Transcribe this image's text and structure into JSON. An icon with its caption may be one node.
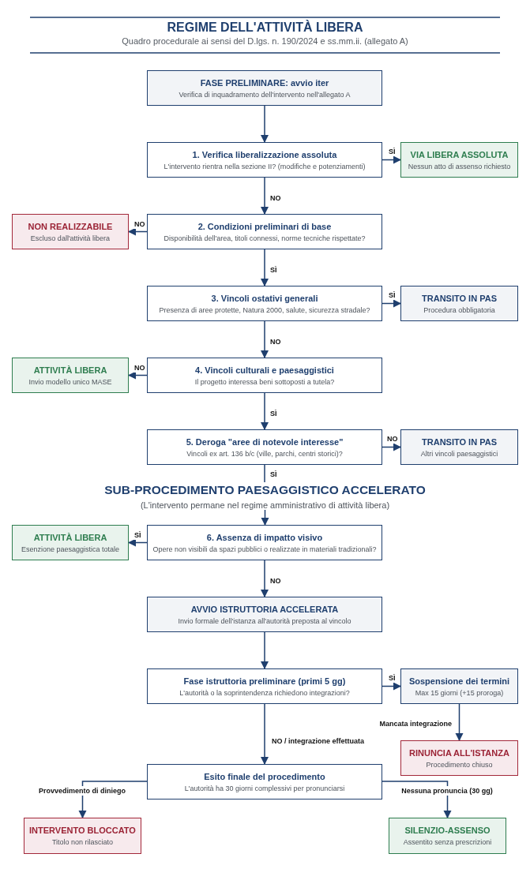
{
  "diagram": {
    "title": "REGIME DELL'ATTIVITÀ LIBERA",
    "caption": "Quadro procedurale ai sensi del D.lgs. n. 190/2024 e ss.mm.ii. (allegato A)",
    "nodes": [
      {
        "text": [
          "FASE PRELIMINARE: avvio iter",
          "Verifica di inquadramento dell'intervento nell'allegato A"
        ]
      },
      {
        "text": [
          "1. Verifica liberalizzazione assoluta",
          "L'intervento rientra nella sezione II? (modifiche e potenziamenti)"
        ]
      },
      {
        "text": [
          "VIA LIBERA ASSOLUTA",
          "Nessun atto di assenso richiesto"
        ]
      },
      {
        "text": [
          "2. Condizioni preliminari di base",
          "Disponibilità dell'area, titoli connessi, norme tecniche rispettate?"
        ]
      },
      {
        "text": [
          "NON REALIZZABILE",
          "Escluso dall'attività libera"
        ]
      },
      {
        "text": [
          "3. Vincoli ostativi generali",
          "Presenza di aree protette, Natura 2000, salute, sicurezza stradale?"
        ]
      },
      {
        "text": [
          "TRANSITO IN PAS",
          "Procedura obbligatoria"
        ]
      },
      {
        "text": [
          "4. Vincoli culturali e paesaggistici",
          "Il progetto interessa beni sottoposti a tutela?"
        ]
      },
      {
        "text": [
          "ATTIVITÀ LIBERA",
          "Invio modello unico MASE"
        ]
      },
      {
        "text": [
          "5. Deroga \"aree di notevole interesse\"",
          "Vincoli ex art. 136 b/c (ville, parchi, centri storici)?"
        ]
      },
      {
        "text": [
          "TRANSITO IN PAS",
          "Altri vincoli paesaggistici"
        ]
      },
      {
        "text": [
          "SUB-PROCEDIMENTO PAESAGGISTICO ACCELERATO",
          "(L'intervento permane nel regime amministrativo di attività libera)"
        ]
      },
      {
        "text": [
          "6. Assenza di impatto visivo",
          "Opere non visibili da spazi pubblici o realizzate in materiali tradizionali?"
        ]
      },
      {
        "text": [
          "ATTIVITÀ LIBERA",
          "Esenzione paesaggistica totale"
        ]
      },
      {
        "text": [
          "AVVIO ISTRUTTORIA ACCELERATA",
          "Invio formale dell'istanza all'autorità preposta al vincolo"
        ]
      },
      {
        "text": [
          "Fase istruttoria preliminare (primi 5 gg)",
          "L'autorità o la soprintendenza richiedono integrazioni?"
        ]
      },
      {
        "text": [
          "Sospensione dei termini",
          "Max 15 giorni (+15 proroga)"
        ]
      },
      {
        "text": [
          "RINUNCIA ALL'ISTANZA",
          "Procedimento chiuso"
        ]
      },
      {
        "text": [
          "Esito finale del procedimento",
          "L'autorità ha 30 giorni complessivi per pronunciarsi"
        ]
      },
      {
        "text": [
          "INTERVENTO BLOCCATO",
          "Titolo non rilasciato"
        ]
      },
      {
        "text": [
          "SILENZIO-ASSENSO",
          "Assentito senza prescrizioni"
        ]
      }
    ],
    "edges": [
      {
        "from": 0,
        "to": 1,
        "arrow": "to"
      },
      {
        "from": 1,
        "to": 2,
        "arrow": "to",
        "label": "SÌ"
      },
      {
        "from": 1,
        "to": 3,
        "arrow": "to",
        "label": "NO"
      },
      {
        "from": 3,
        "to": 4,
        "arrow": "to",
        "label": "NO"
      },
      {
        "from": 3,
        "to": 5,
        "arrow": "to",
        "label": "SÌ"
      },
      {
        "from": 5,
        "to": 6,
        "arrow": "to",
        "label": "SÌ"
      },
      {
        "from": 5,
        "to": 7,
        "arrow": "to",
        "label": "NO"
      },
      {
        "from": 7,
        "to": 8,
        "arrow": "to",
        "label": "NO"
      },
      {
        "from": 7,
        "to": 9,
        "arrow": "to",
        "label": "SÌ"
      },
      {
        "from": 9,
        "to": 10,
        "arrow": "to",
        "label": "NO"
      },
      {
        "from": 9,
        "to": 11,
        "arrow": "none",
        "label": "SÌ"
      },
      {
        "from": 11,
        "to": 12,
        "arrow": "to"
      },
      {
        "from": 12,
        "to": 13,
        "arrow": "to",
        "label": "SÌ"
      },
      {
        "from": 12,
        "to": 14,
        "arrow": "to",
        "label": "NO"
      },
      {
        "from": 14,
        "to": 15,
        "arrow": "to"
      },
      {
        "from": 15,
        "to": 16,
        "arrow": "to",
        "label": "SÌ"
      },
      {
        "from": 16,
        "to": 17,
        "arrow": "to",
        "label": "Mancata integrazione"
      },
      {
        "from": 15,
        "to": 18,
        "arrow": "to",
        "label": "NO / integrazione effettuata"
      },
      {
        "from": 18,
        "to": 19,
        "arrow": "to",
        "label": "Provvedimento di diniego"
      },
      {
        "from": 18,
        "to": 20,
        "arrow": "to",
        "label": "Nessuna pronuncia (30 gg)"
      }
    ]
  }
}
